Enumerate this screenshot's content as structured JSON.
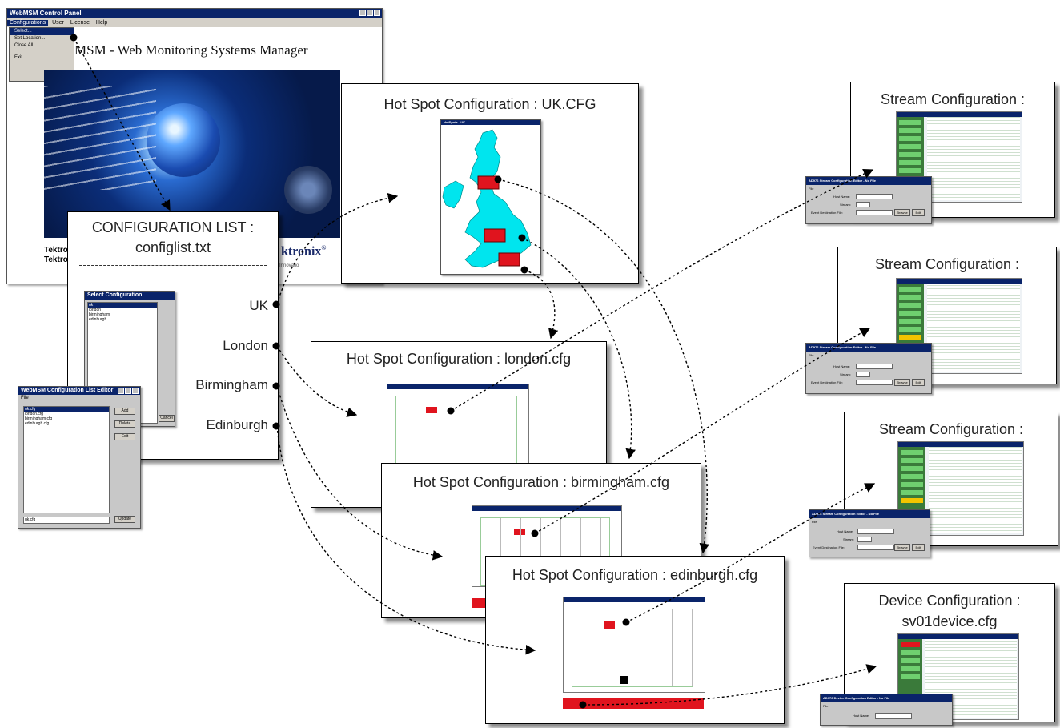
{
  "control_panel": {
    "title": "WebMSM Control Panel",
    "menu": [
      "Configurations",
      "User",
      "License",
      "Help"
    ],
    "dropdown": [
      "Select...",
      "Set Location...",
      "Close All",
      "Exit"
    ],
    "heading": "MSM - Web Monitoring Systems Manager",
    "footer_left_1": "Tektro",
    "footer_left_2": "Tektro",
    "brand": "ktronix",
    "brand_mark": "®",
    "tagline": "Innovatio"
  },
  "config_list": {
    "title_line1": "CONFIGURATION LIST :",
    "title_line2": "configlist.txt",
    "nodes": [
      "UK",
      "London",
      "Birmingham",
      "Edinburgh"
    ],
    "select_window": {
      "title": "Select Configuration",
      "items": [
        "uk",
        "london",
        "birmingham",
        "edinburgh"
      ],
      "cancel": "Cancel"
    }
  },
  "list_editor": {
    "title": "WebMSM Configuration List Editor",
    "menu": "File",
    "items": [
      "uk.cfg",
      "london.cfg",
      "birmingham.cfg",
      "edinburgh.cfg"
    ],
    "buttons": [
      "Add",
      "Delete",
      "Edit"
    ],
    "input_value": "uk.cfg",
    "update": "Update"
  },
  "hotspots": [
    {
      "title": "Hot Spot Configuration : UK.CFG",
      "window_title": "HotSpots - UK"
    },
    {
      "title": "Hot Spot Configuration : london.cfg"
    },
    {
      "title": "Hot Spot Configuration : birmingham.cfg"
    },
    {
      "title": "Hot Spot Configuration : edinburgh.cfg"
    }
  ],
  "streams": [
    {
      "title": "Stream Configuration :"
    },
    {
      "title": "Stream Configuration :"
    },
    {
      "title": "Stream Configuration :"
    }
  ],
  "device": {
    "title_line1": "Device Configuration :",
    "title_line2": "sv01device.cfg",
    "editor_title": "AD976 Device Configuration Editor - No File",
    "editor_menu": "File",
    "field_label": "Host Name:"
  },
  "stream_editor": {
    "title": "AD976 Stream Configuration Editor - No File",
    "menu": "File",
    "labels": [
      "Host Name:",
      "Stream:",
      "Event Destination File:"
    ],
    "browse": "Browse",
    "edit": "Edit"
  },
  "colors": {
    "titlebar": "#0a246a",
    "map_fill": "#00e5ee",
    "hotspot_red": "#e0141e",
    "stream_green": "#3a7a3a"
  }
}
